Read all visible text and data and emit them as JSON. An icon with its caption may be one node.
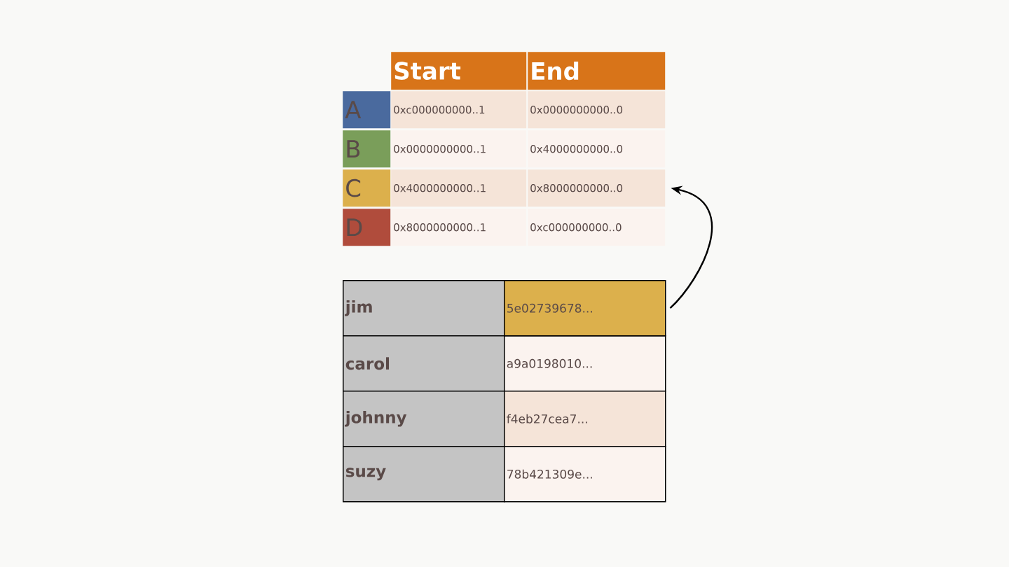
{
  "diagram": {
    "nodes": [
      {
        "text": [
          "0x8000000000..0"
        ]
      },
      {
        "text": [
          "5e02739678..."
        ]
      }
    ],
    "edges": [
      {
        "from": 1,
        "to": 0,
        "arrow": "to"
      }
    ],
    "labels": [
      "Start",
      "End",
      "A",
      "0xc000000000..1",
      "0x0000000000..0",
      "B",
      "0x0000000000..1",
      "0x4000000000..0",
      "C",
      "0x4000000000..1",
      "D",
      "0x8000000000..1",
      "0xc000000000..0",
      "jim",
      "carol",
      "a9a0198010...",
      "johnny",
      "f4eb27cea7...",
      "suzy",
      "78b421309e..."
    ]
  }
}
